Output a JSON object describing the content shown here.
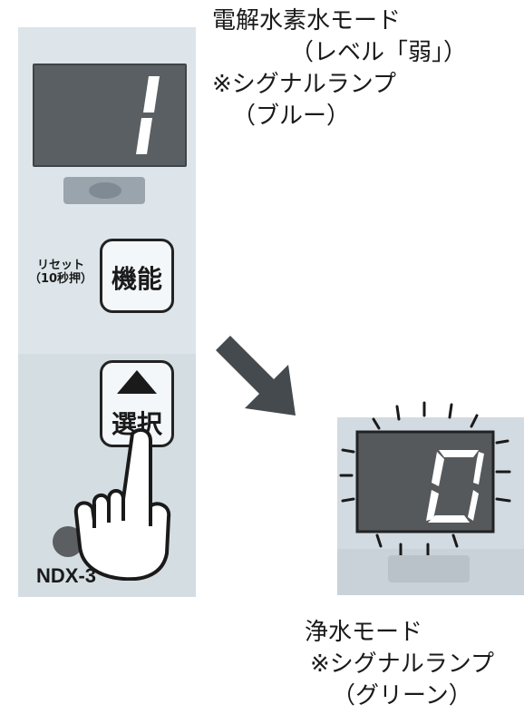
{
  "top_caption": {
    "line1": "電解水素水モード",
    "line2": "（レベル「弱」）",
    "line3": "※シグナルランプ",
    "line4": "（ブルー）"
  },
  "device": {
    "display_digit": "1",
    "function_button": "機能",
    "select_button": "選択",
    "reset_line1": "リセット",
    "reset_line2": "（10秒押）",
    "model_label": "NDX-3"
  },
  "zoom": {
    "display_digit": "0"
  },
  "bottom_caption": {
    "line1": "浄水モード",
    "line2": "※シグナルランプ",
    "line3": "（グリーン）"
  },
  "icons": [
    "up-triangle-icon",
    "pointing-hand-icon",
    "arrow-down-right-icon",
    "flash-rays-icon"
  ],
  "colors": {
    "panel": "#dde5ea",
    "display": "#5a5f63",
    "lamp_blue": "#9aa4ac",
    "lamp_green": "#b9c2c8",
    "arrow": "#444a4e"
  }
}
